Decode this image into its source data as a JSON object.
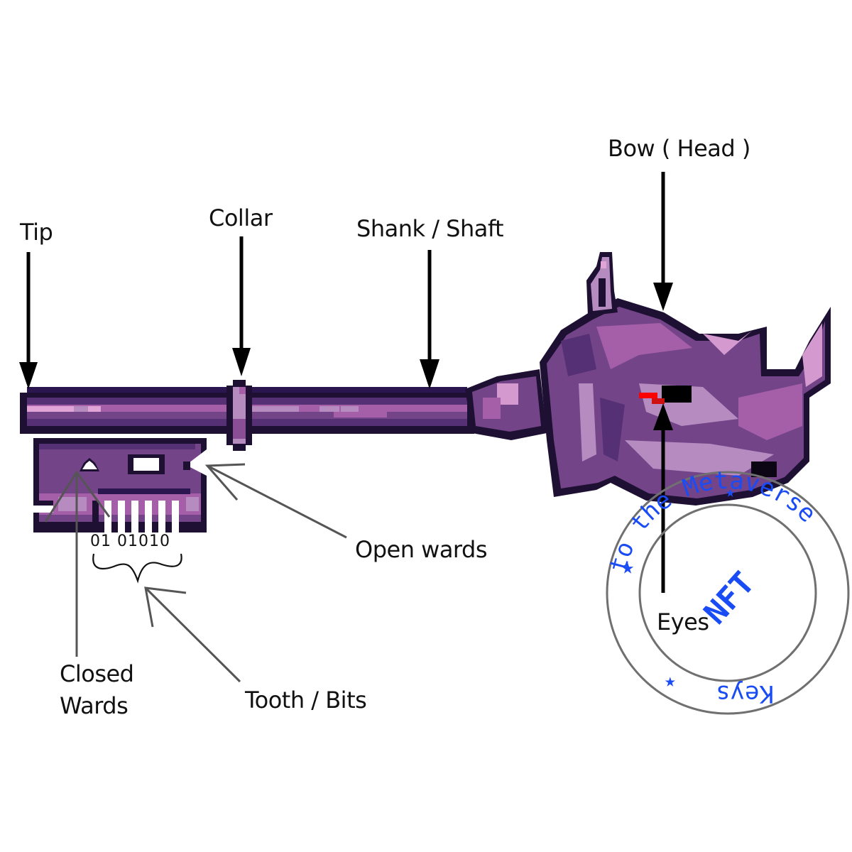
{
  "diagram": {
    "subject": "Anatomy of a key (pixel-art rhinoceros-head key)",
    "labels": {
      "tip": "Tip",
      "collar": "Collar",
      "shank": "Shank / Shaft",
      "bow": "Bow ( Head )",
      "open_wards": "Open wards",
      "closed_wards_line1": "Closed",
      "closed_wards_line2": "Wards",
      "tooth_bits": "Tooth / Bits",
      "eyes": "Eyes"
    },
    "bit_code": "01 01010",
    "stamp": {
      "center_text": "NFT",
      "ring_text": "Keys to the Metaverse",
      "ring_words": [
        "to",
        "the",
        "Metaverse",
        "Keys"
      ],
      "color": "#1a4cf5",
      "ring_color": "#707070"
    },
    "colors": {
      "key_outline": "#1e1033",
      "key_dark": "#2c1650",
      "key_mid": "#553075",
      "key_main": "#734488",
      "key_light": "#a55fa8",
      "key_highlight": "#d49ad0",
      "key_pale": "#b68bc0",
      "eye_red": "#ff0000",
      "arrow_black": "#000000",
      "arrow_gray": "#555555"
    }
  }
}
